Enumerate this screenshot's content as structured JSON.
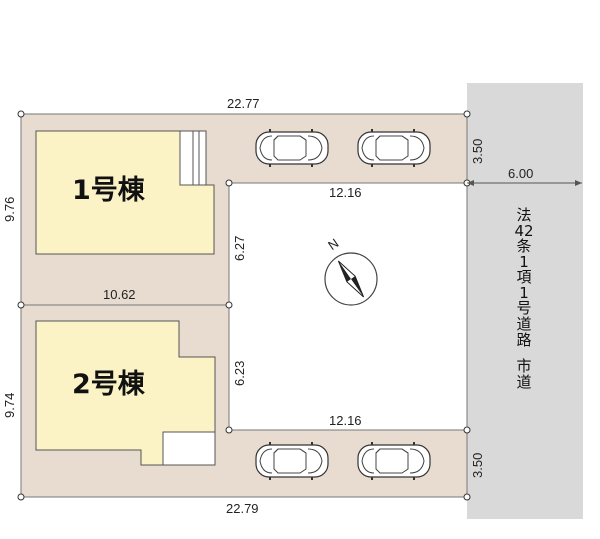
{
  "colors": {
    "lot_fill": "#e8dcd0",
    "building_fill": "#fbf3c6",
    "road_fill": "#d9d9d9",
    "line": "#555555"
  },
  "buildings": {
    "b1": "1号棟",
    "b2": "2号棟"
  },
  "dimensions": {
    "top_width": "22.77",
    "bottom_width": "22.79",
    "left_upper_depth": "9.76",
    "left_lower_depth": "9.74",
    "middle_width": "10.62",
    "parking_upper_width": "3.50",
    "parking_lower_width": "3.50",
    "road_width": "6.00",
    "inner_top_width": "12.16",
    "inner_bottom_width": "12.16",
    "inner_upper_depth": "6.27",
    "inner_lower_depth": "6.23"
  },
  "road_label": [
    "法",
    "42",
    "条",
    "1",
    "項",
    "1",
    "号",
    "道",
    "路",
    "",
    "市",
    "道"
  ],
  "compass": {
    "label": "N",
    "icon": "compass-icon"
  },
  "parking_icons": [
    "car-icon",
    "car-icon",
    "car-icon",
    "car-icon"
  ]
}
